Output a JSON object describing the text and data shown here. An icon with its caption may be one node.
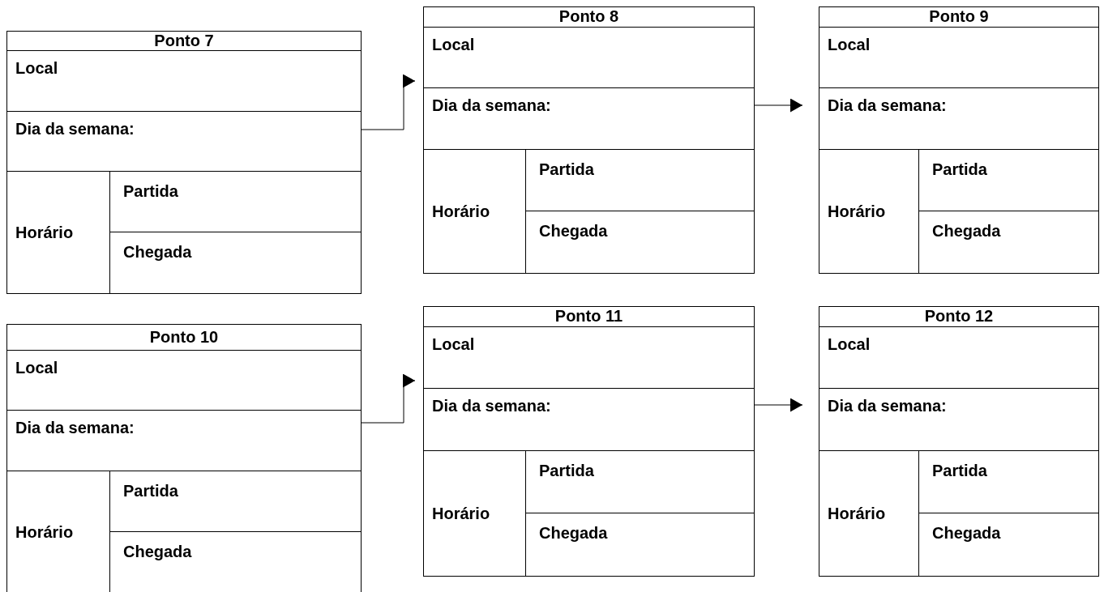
{
  "diagram": {
    "nodes": [
      {
        "text": [
          "Ponto 7",
          "Local",
          "Dia da semana:",
          "Horário",
          "Partida",
          "Chegada"
        ]
      },
      {
        "text": [
          "Ponto 8",
          "Local",
          "Dia da semana:",
          "Horário",
          "Partida",
          "Chegada"
        ]
      },
      {
        "text": [
          "Ponto 9",
          "Local",
          "Dia da semana:",
          "Horário",
          "Partida",
          "Chegada"
        ]
      },
      {
        "text": [
          "Ponto 10",
          "Local",
          "Dia da semana:",
          "Horário",
          "Partida",
          "Chegada"
        ]
      },
      {
        "text": [
          "Ponto 11",
          "Local",
          "Dia da semana:",
          "Horário",
          "Partida",
          "Chegada"
        ]
      },
      {
        "text": [
          "Ponto 12",
          "Local",
          "Dia da semana:",
          "Horário",
          "Partida",
          "Chegada"
        ]
      }
    ],
    "edges": [
      {
        "from": 0,
        "to": 1,
        "arrow": "to"
      },
      {
        "from": 1,
        "to": 2,
        "arrow": "to"
      },
      {
        "from": 3,
        "to": 4,
        "arrow": "to"
      },
      {
        "from": 4,
        "to": 5,
        "arrow": "to"
      }
    ]
  }
}
